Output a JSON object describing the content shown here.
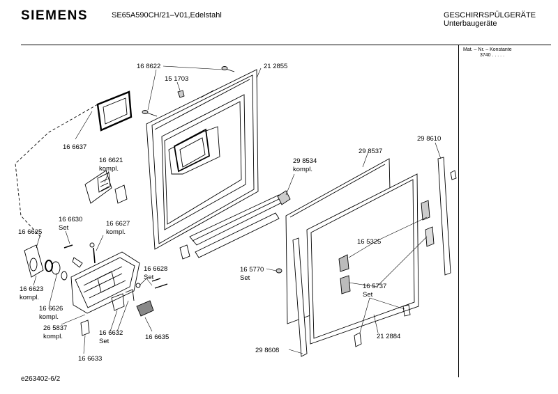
{
  "header": {
    "brand": "SIEMENS",
    "model": "SE65A590CH/21–V01,Edelstahl",
    "category_line1": "GESCHIRRSPÜLGERÄTE",
    "category_line2": "Unterbaugeräte"
  },
  "side_panel": {
    "line1": "Mat. – Nr. – Konstante",
    "line2": "3740 . . . . ."
  },
  "footer": {
    "code": "e263402-6/2"
  },
  "labels": {
    "p168622": "16 8622",
    "p212855": "21 2855",
    "p151703": "15 1703",
    "p166637": "16 6637",
    "p166621": "16 6621",
    "p166621b": "kompl.",
    "p166630": "16 6630",
    "p166630b": "Set",
    "p166627": "16 6627",
    "p166627b": "kompl.",
    "p166625": "16 6625",
    "p166623": "16 6623",
    "p166623b": "kompl.",
    "p166626": "16 6626",
    "p166626b": "kompl.",
    "p265837": "26 5837",
    "p265837b": "kompl.",
    "p166628": "16 6628",
    "p166628b": "Set",
    "p166632": "16 6632",
    "p166632b": "Set",
    "p166635": "16 6635",
    "p166633": "16 6633",
    "p298534": "29 8534",
    "p298534b": "kompl.",
    "p298537": "29 8537",
    "p298610": "29 8610",
    "p165325": "16 5325",
    "p165770": "16 5770",
    "p165770b": "Set",
    "p165737": "16 5737",
    "p165737b": "Set",
    "p298608": "29 8608",
    "p212884": "21 2884"
  }
}
